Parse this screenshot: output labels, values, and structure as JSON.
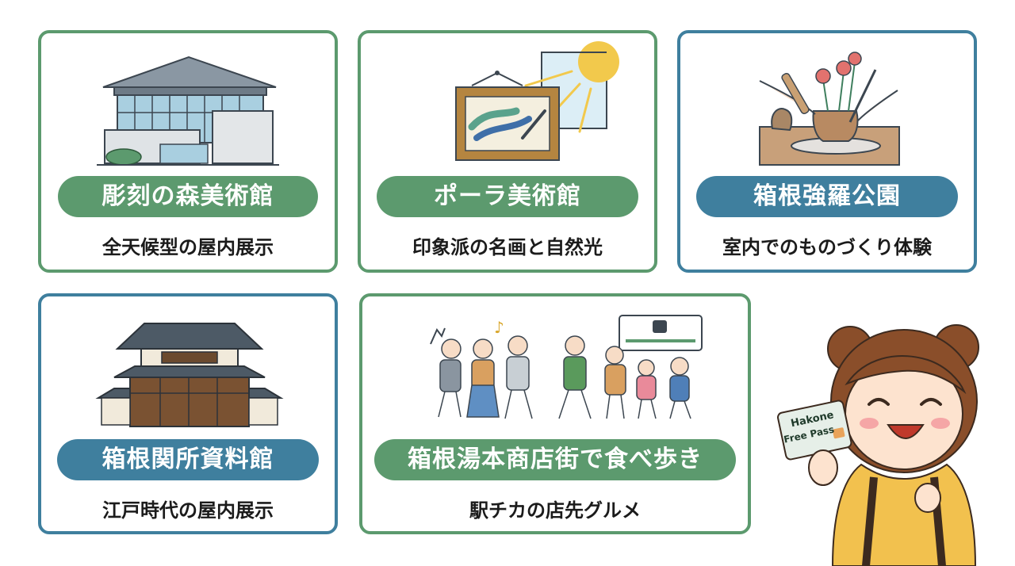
{
  "cards": [
    {
      "title": "彫刻の森美術館",
      "subtitle": "全天候型の屋内展示",
      "accent": "#5c9a6e",
      "icon": "museum-building-icon"
    },
    {
      "title": "ポーラ美術館",
      "subtitle": "印象派の名画と自然光",
      "accent": "#5c9a6e",
      "icon": "framed-painting-icon"
    },
    {
      "title": "箱根強羅公園",
      "subtitle": "室内でのものづくり体験",
      "accent": "#3f7f9e",
      "icon": "pottery-craft-icon"
    },
    {
      "title": "箱根関所資料館",
      "subtitle": "江戸時代の屋内展示",
      "accent": "#3f7f9e",
      "icon": "checkpoint-gate-icon"
    },
    {
      "title": "箱根湯本商店街で食べ歩き",
      "subtitle": "駅チカの店先グルメ",
      "accent": "#5c9a6e",
      "icon": "walking-crowd-icon"
    }
  ],
  "pass_card": {
    "line1": "Hakone",
    "line2": "Free Pass"
  },
  "colors": {
    "green": "#5c9a6e",
    "blue": "#3f7f9e"
  }
}
